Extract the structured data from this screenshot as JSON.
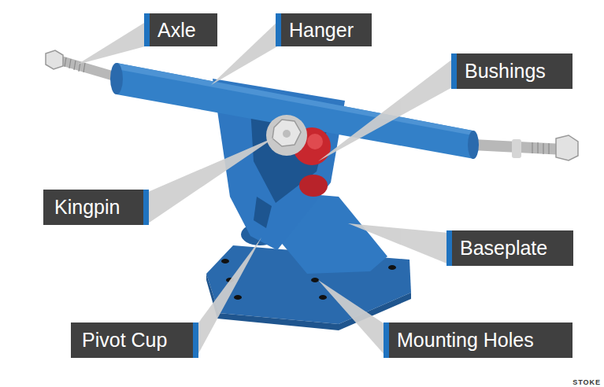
{
  "diagram": {
    "nodes": [
      {
        "text": [
          "Axle"
        ]
      },
      {
        "text": [
          "Hanger"
        ]
      },
      {
        "text": [
          "Bushings"
        ]
      },
      {
        "text": [
          "Kingpin"
        ]
      },
      {
        "text": [
          "Baseplate"
        ]
      },
      {
        "text": [
          "Pivot Cup"
        ]
      },
      {
        "text": [
          "Mounting Holes"
        ]
      }
    ],
    "labels": [
      "STOKE"
    ]
  }
}
